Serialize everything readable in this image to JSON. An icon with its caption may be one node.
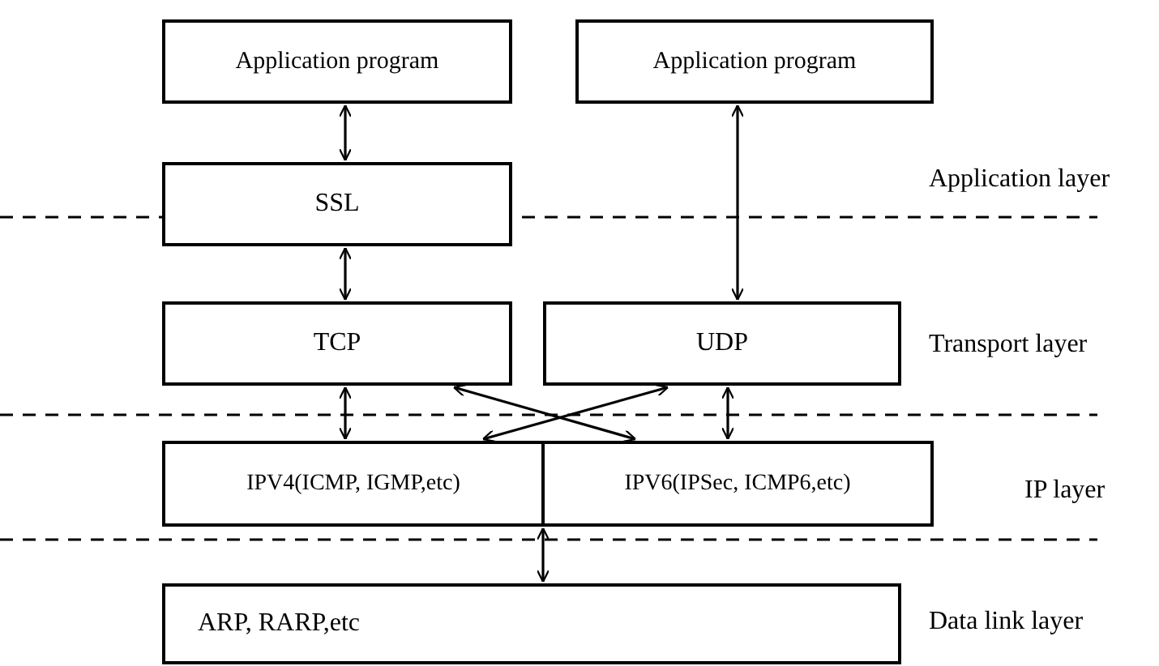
{
  "diagram": {
    "nodes": [
      {
        "text": [
          "Application program"
        ]
      },
      {
        "text": [
          "Application program"
        ]
      },
      {
        "text": [
          "SSL"
        ]
      },
      {
        "text": [
          "TCP"
        ]
      },
      {
        "text": [
          "UDP"
        ]
      },
      {
        "text": [
          "IPV4(ICMP, IGMP,etc)"
        ]
      },
      {
        "text": [
          "IPV6(IPSec, ICMP6,etc)"
        ]
      },
      {
        "text": [
          "ARP, RARP,etc"
        ]
      }
    ],
    "edges": [
      {
        "from": 0,
        "to": 2,
        "arrow": "both"
      },
      {
        "from": 1,
        "to": 4,
        "arrow": "both"
      },
      {
        "from": 2,
        "to": 3,
        "arrow": "both"
      },
      {
        "from": 3,
        "to": 5,
        "arrow": "both"
      },
      {
        "from": 3,
        "to": 6,
        "arrow": "both"
      },
      {
        "from": 4,
        "to": 5,
        "arrow": "both"
      },
      {
        "from": 4,
        "to": 6,
        "arrow": "both"
      },
      {
        "from": 5,
        "to": 7,
        "arrow": "both"
      },
      {
        "from": 6,
        "to": 7,
        "arrow": "both"
      }
    ],
    "labels": [
      "Application layer",
      "Transport layer",
      "IP layer",
      "Data link layer"
    ]
  }
}
